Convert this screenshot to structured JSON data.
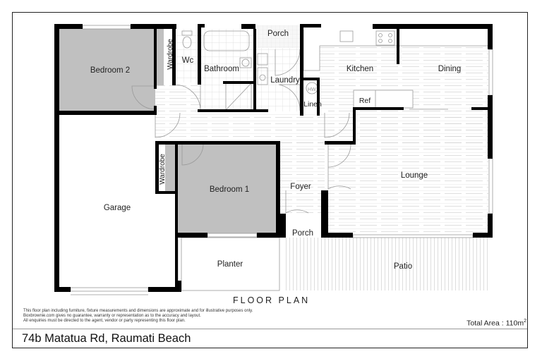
{
  "plan": {
    "title": "FLOOR PLAN",
    "address": "74b Matatua Rd, Raumati Beach",
    "total_area_label": "Total Area : 110m",
    "total_area_sup": "2",
    "disclaimer": [
      "This floor plan including furniture, fixture measurements and dimensions are approximate and for illustrative purposes only.",
      "Boxbrownie.com gives no guarantee, warranty or representation as to the accuracy and layout.",
      "All enquiries must be directed to the agent, vendor or party representing this floor plan."
    ]
  },
  "rooms": {
    "bedroom2": "Bedroom 2",
    "wardrobe_top": "Wardrobe",
    "wc": "Wc",
    "bathroom": "Bathroom",
    "porch_top": "Porch",
    "laundry": "Laundry",
    "hw": "HW",
    "linen": "Linen",
    "kitchen": "Kitchen",
    "dining": "Dining",
    "ref": "Ref",
    "garage": "Garage",
    "wardrobe_mid": "Wardrobe",
    "bedroom1": "Bedroom 1",
    "foyer": "Foyer",
    "lounge": "Lounge",
    "porch_bottom": "Porch",
    "planter": "Planter",
    "patio": "Patio"
  },
  "colors": {
    "wall": "#000000",
    "bedroom_fill": "#c0c0c0",
    "floor_line": "#d8d8d8",
    "tile_line": "#dcdcdc",
    "text": "#222222"
  }
}
